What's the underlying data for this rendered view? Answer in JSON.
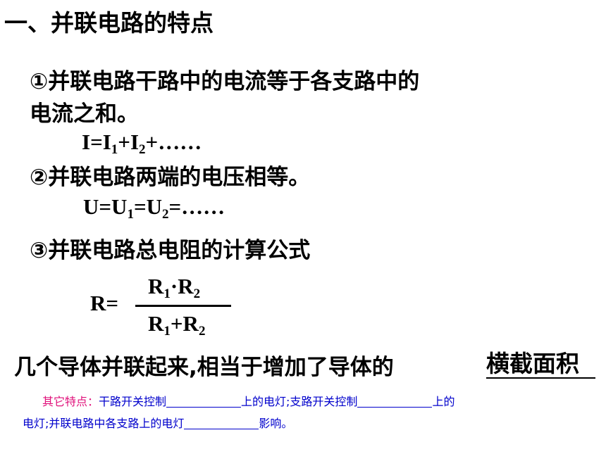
{
  "heading": "一、并联电路的特点",
  "point1_line1": "①并联电路干路中的电流等于各支路中的",
  "point1_line2": "电流之和。",
  "formula1": {
    "a": "I=I",
    "sub1": "1",
    "b": "+I",
    "sub2": "2",
    "c": "+……"
  },
  "point2": "②并联电路两端的电压相等。",
  "formula2": {
    "a": "U=U",
    "sub1": "1",
    "b": "=U",
    "sub2": "2",
    "c": "=……"
  },
  "point3": "③并联电路总电阻的计算公式",
  "formula3": {
    "lhs": "R=",
    "num": {
      "a": "R",
      "sub1": "1",
      "b": "·R",
      "sub2": "2"
    },
    "den": {
      "a": "R",
      "sub1": "1",
      "b": "+R",
      "sub2": "2"
    }
  },
  "summary": "几个导体并联起来,相当于增加了导体的",
  "answer": "横截面积",
  "other": {
    "label": "其它特点：",
    "t1": "干路开关控制",
    "t2": "上的电灯;支路开关控制",
    "t3": "上的",
    "t4": "电灯;并联电路中各支路上的电灯",
    "t5": "影响。"
  }
}
